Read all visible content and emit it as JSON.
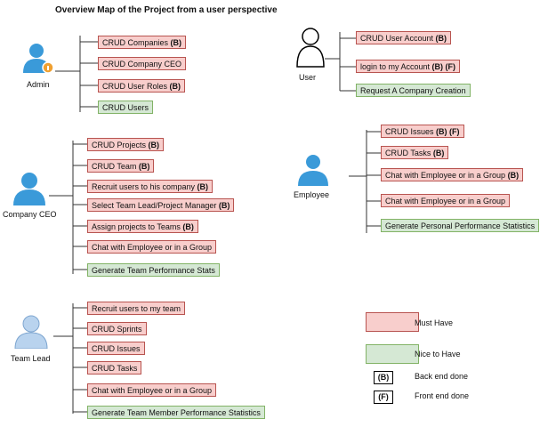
{
  "title": "Overview Map of the Project from a user perspective",
  "actors": {
    "admin": "Admin",
    "user": "User",
    "company_ceo": "Company CEO",
    "employee": "Employee",
    "team_lead": "Team Lead"
  },
  "admin_items": [
    {
      "text": "CRUD Companies ",
      "tags": "(B)",
      "priority": "must"
    },
    {
      "text": "CRUD Company CEO",
      "tags": "",
      "priority": "must"
    },
    {
      "text": "CRUD User Roles ",
      "tags": "(B)",
      "priority": "must"
    },
    {
      "text": "CRUD Users",
      "tags": "",
      "priority": "nice"
    }
  ],
  "user_items": [
    {
      "text": "CRUD User Account ",
      "tags": "(B)",
      "priority": "must"
    },
    {
      "text": "login to my Account ",
      "tags": "(B) (F)",
      "priority": "must"
    },
    {
      "text": "Request A Company Creation",
      "tags": "",
      "priority": "nice"
    }
  ],
  "ceo_items": [
    {
      "text": "CRUD Projects ",
      "tags": "(B)",
      "priority": "must"
    },
    {
      "text": "CRUD Team ",
      "tags": "(B)",
      "priority": "must"
    },
    {
      "text": "Recruit users to his company ",
      "tags": "(B)",
      "priority": "must"
    },
    {
      "text": "Select Team Lead/Project Manager ",
      "tags": "(B)",
      "priority": "must"
    },
    {
      "text": "Assign projects to Teams ",
      "tags": "(B)",
      "priority": "must"
    },
    {
      "text": "Chat with Employee or in a Group",
      "tags": "",
      "priority": "must"
    },
    {
      "text": "Generate Team Performance Stats",
      "tags": "",
      "priority": "nice"
    }
  ],
  "employee_items": [
    {
      "text": "CRUD Issues ",
      "tags": "(B) (F)",
      "priority": "must"
    },
    {
      "text": "CRUD Tasks ",
      "tags": "(B)",
      "priority": "must"
    },
    {
      "text": "Chat with Employee or in a Group ",
      "tags": "(B)",
      "priority": "must"
    },
    {
      "text": "Chat with Employee or in a Group",
      "tags": "",
      "priority": "must"
    },
    {
      "text": "Generate Personal Performance Statistics",
      "tags": "",
      "priority": "nice"
    }
  ],
  "teamlead_items": [
    {
      "text": "Recruit users to my team",
      "tags": "",
      "priority": "must"
    },
    {
      "text": "CRUD Sprints",
      "tags": "",
      "priority": "must"
    },
    {
      "text": "CRUD Issues",
      "tags": "",
      "priority": "must"
    },
    {
      "text": "CRUD Tasks",
      "tags": "",
      "priority": "must"
    },
    {
      "text": "Chat with Employee or in a Group",
      "tags": "",
      "priority": "must"
    },
    {
      "text": "Generate Team Member Performance Statistics",
      "tags": "",
      "priority": "nice"
    }
  ],
  "legend": {
    "must_have": "Must Have",
    "nice_to_have": "Nice to Have",
    "backend_key": "(B)",
    "backend_label": "Back end done",
    "frontend_key": "(F)",
    "frontend_label": "Front end done"
  },
  "colors": {
    "must_fill": "#f8cecc",
    "must_border": "#b85450",
    "nice_fill": "#d5e8d4",
    "nice_border": "#82b366",
    "actor_blue": "#3a9ad9",
    "actor_light": "#b9d3ee"
  }
}
